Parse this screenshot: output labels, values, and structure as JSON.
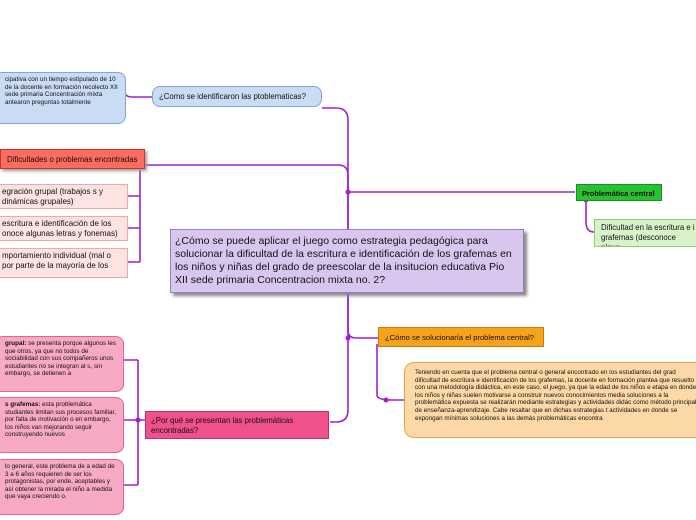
{
  "central": {
    "text": "¿Cómo se puede aplicar el juego como estrategia pedagógica para solucionar la dificultad de la escritura e identificación de los grafemas en los niños y niñas del grado de preescolar de la insitucion educativa Pio XII sede primaria Concentracion mixta no. 2?"
  },
  "topic_identify": {
    "label": "¿Como se identificaron las ptoblematicas?",
    "detail": "cipativa con un tiempo estipulado de 10 de la docente en formación recolecto XII sede primaria Concentración mixta antearon preguntas totalmente"
  },
  "topic_difficulties": {
    "label": "Dificultades o problemas encontradas",
    "items": [
      "egración grupal (trabajos s y dinámicas grupales)",
      "escritura e identificación de los onoce algunas letras y fonemas)",
      "mportamiento individual (mal o por parte de la mayoría de los"
    ]
  },
  "topic_central_problem": {
    "label": "Problemática central",
    "detail": "Dificultad en la escritura e i grafemas (desconoce algun"
  },
  "topic_solution": {
    "label": "¿Cómo se solucionaría el problema central?",
    "detail": "Teniendo en cuenta que el problema central o general encontrado en los estudiantes del grad dificultad de escritura e identificación de los grafemas, la docente en formación plantea que resuelto con una metodología didáctica, en este caso, el juego, ya que la edad de los niños e etapa en donde los niños y niñas suelen motivarse a construir nuevos conocimientos media soluciones a la problemática expuesta se realizarán mediante estrategias y actividades didác como método principal de enseñanza-aprendizaje. Cabe resaltar que en dichas estrategias t actividades en donde se expongan mínimas soluciones a las demás problemáticas encontra"
  },
  "topic_why": {
    "label": "¿Por qué se presentan las problemáticas encontradas?",
    "items": [
      {
        "bold": "grupal:",
        "text": " se presenta porque algunos les que otros, ya que no todos de sociabilidad con sus compañeros unos estudiantes no se integran al s, sin embargo, se detienen a"
      },
      {
        "bold": "s grafemas:",
        "text": " esta problemática studiantes limitan sus procesos familiar, por falta de motivación o en embargo, los niños van mejorando seguir construyendo nuevos"
      },
      {
        "bold": "",
        "text": "lo general, este problema de a edad de 3 a 6 años requieren de ser los protagonistas, por ende, aceptables y así obtener la mirada el niño a medida que vaya creciendo o."
      }
    ]
  },
  "colors": {
    "line_purple": "#a21fd1",
    "central_fill": "#d8c6ee"
  }
}
